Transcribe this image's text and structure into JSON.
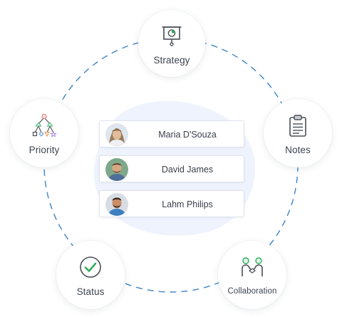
{
  "nodes": {
    "strategy": {
      "label": "Strategy",
      "icon": "presentation-board-icon"
    },
    "priority": {
      "label": "Priority",
      "icon": "hierarchy-tree-icon"
    },
    "notes": {
      "label": "Notes",
      "icon": "clipboard-icon"
    },
    "status": {
      "label": "Status",
      "icon": "check-circle-icon"
    },
    "collaboration": {
      "label": "Collaboration",
      "icon": "handshake-people-icon"
    }
  },
  "people": [
    {
      "name": "Maria D'Souza"
    },
    {
      "name": "David James"
    },
    {
      "name": "Lahm Philips"
    }
  ],
  "colors": {
    "ring_dash": "#3d84c6",
    "blob": "#eef3fd",
    "accent_green": "#2eae5a",
    "icon_stroke": "#4a4f57",
    "priority_red": "#e87f7f",
    "priority_green": "#5fbf86",
    "priority_blue": "#73a3da",
    "priority_orange": "#f0a266",
    "priority_purple": "#a98ad6"
  }
}
